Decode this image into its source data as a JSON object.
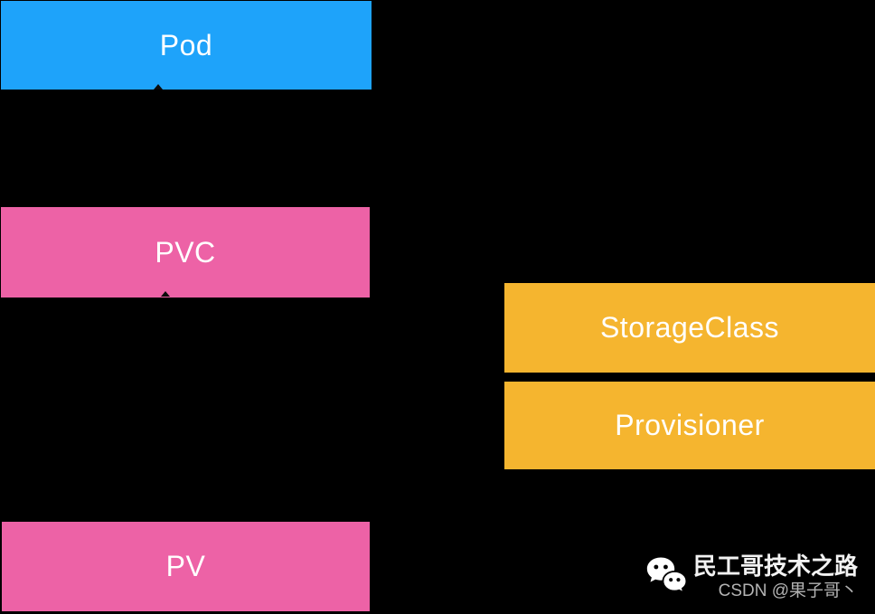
{
  "diagram": {
    "background_color": "#000000",
    "text_color": "#ffffff",
    "nodes": [
      {
        "id": "pod",
        "label": "Pod",
        "color": "#1ea3fa"
      },
      {
        "id": "pvc",
        "label": "PVC",
        "color": "#ed62a6"
      },
      {
        "id": "storageclass",
        "label": "StorageClass",
        "color": "#f5b52f"
      },
      {
        "id": "provisioner",
        "label": "Provisioner",
        "color": "#f5b52f"
      },
      {
        "id": "pv",
        "label": "PV",
        "color": "#ed62a6"
      }
    ]
  },
  "watermark": {
    "icon": "wechat-icon",
    "title": "民工哥技术之路",
    "subtitle": "CSDN @果子哥丶",
    "title_color": "#f2f2f2",
    "subtitle_color": "#b3b3b3"
  }
}
